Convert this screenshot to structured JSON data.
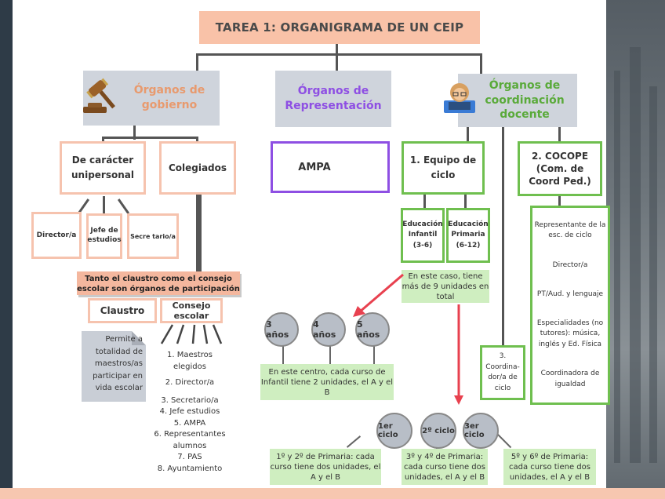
{
  "title": "TAREA 1: ORGANIGRAMA DE UN CEIP",
  "gobierno": {
    "heading": "Órganos de gobierno",
    "unipersonal": "De carácter unipersonal",
    "colegiados": "Colegiados",
    "director": "Director/a",
    "jefe": "Jefe de estudios",
    "secretario": "Secre tario/a",
    "banner": "Tanto el claustro como el consejo escolar son órganos de participación",
    "claustro": "Claustro",
    "consejo": "Consejo escolar",
    "claustro_note": "Permite a totalidad de maestros/as participar en vida escolar",
    "consejo_list": [
      "1. Maestros elegidos",
      "2. Director/a",
      "3. Secretario/a",
      "4. Jefe estudios",
      "5. AMPA",
      "6. Representantes alumnos",
      "7. PAS",
      "8. Ayuntamiento"
    ]
  },
  "representacion": {
    "heading": "Órganos de Representación",
    "ampa": "AMPA"
  },
  "coordinacion": {
    "heading": "Órganos de coordinación docente",
    "equipo": "1.   Equipo de ciclo",
    "infantil": "Educación Infantil (3-6)",
    "primaria": "Educación Primaria (6-12)",
    "note_nueve": "En este caso, tiene más de 9 unidades en total",
    "coordinador": "3. Coordina-dor/a de ciclo",
    "cocope": "2.  COCOPE (Com. de Coord Ped.)",
    "cocope_members": [
      "Representante de la esc. de ciclo",
      "Director/a",
      "PT/Aud. y lenguaje",
      "Especialidades (no tutores): música, inglés y Ed. Física",
      "Coordinadora de igualdad"
    ]
  },
  "infantil_circles": [
    "3 años",
    "4 años",
    "5 años"
  ],
  "infantil_note": "En este centro, cada curso de Infantil tiene 2 unidades, el A y el B",
  "primaria_circles": [
    "1er ciclo",
    "2º ciclo",
    "3er ciclo"
  ],
  "primaria_notes": [
    "1º y 2º de Primaria: cada curso tiene dos unidades, el A y el B",
    "3º y 4º de Primaria: cada curso tiene dos unidades, el A y el B",
    "5º y 6º de Primaria: cada curso tiene dos unidades, el A y el B"
  ],
  "colors": {
    "peach": "#f6c3ae",
    "green": "#6fbf4f",
    "purple": "#8e4fe3",
    "grey_head": "#cfd4dc",
    "gobierno_text": "#e89a6e",
    "representacion_text": "#8e4fe3",
    "coordinacion_text": "#5aaa3a",
    "arrow": "#e8414f"
  },
  "icons": [
    "gavel-icon",
    "teacher-icon"
  ]
}
